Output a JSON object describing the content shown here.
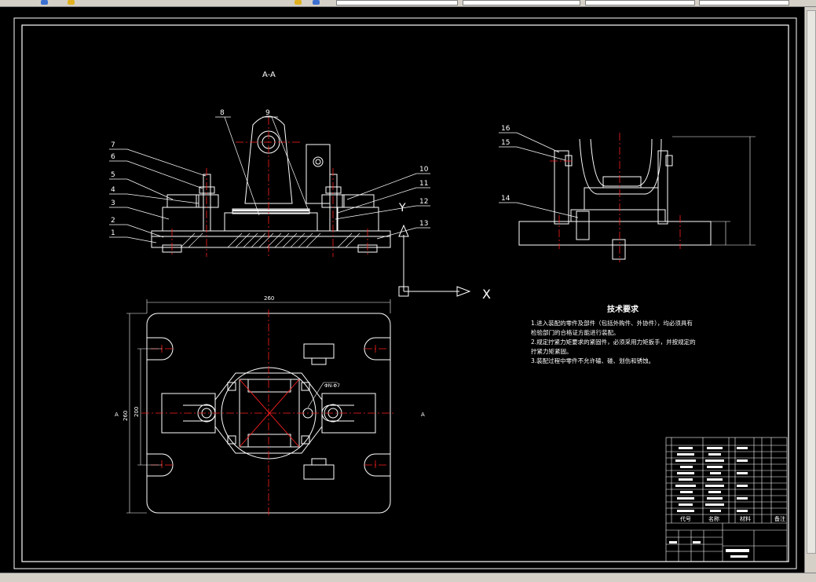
{
  "toolbar": {
    "icons": [
      "layer-icon",
      "layer-state-icon",
      "color-icon"
    ]
  },
  "drawing": {
    "section_label": "A-A",
    "section_mark_left": "A",
    "section_mark_right": "A",
    "balloons": [
      "1",
      "2",
      "3",
      "4",
      "5",
      "6",
      "7",
      "8",
      "9",
      "10",
      "11",
      "12",
      "13",
      "14",
      "15",
      "16"
    ],
    "ucs": {
      "x_label": "X",
      "y_label": "Y"
    },
    "dim_top_width": "260",
    "dim_left_height": "260",
    "dim_left_inner": "200",
    "dim_pitch": "ΦN-Φ7",
    "tech": {
      "title": "技术要求",
      "lines": [
        "1.进入装配的零件及部件（包括外购件、外协件），均必须具有",
        "检验部门的合格证方能进行装配。",
        "2.规定拧紧力矩要求的紧固件，必须采用力矩扳手，并按规定的",
        "拧紧力矩紧固。",
        "3.装配过程中零件不允许磕、碰、划伤和锈蚀。"
      ]
    },
    "title_block": {
      "col_code": "代号",
      "col_name": "名称",
      "col_material": "材料",
      "col_note": "备注"
    }
  },
  "colors": {
    "line": "#ffffff",
    "center": "#ff2020",
    "dim": "#ffffff",
    "hatch": "#ffffff",
    "accent_green": "#00ff00",
    "accent_yellow": "#ffff00"
  }
}
